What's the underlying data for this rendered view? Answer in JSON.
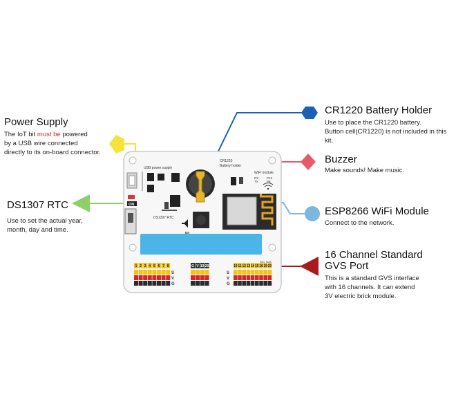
{
  "power": {
    "title": "Power Supply",
    "line1_pre": "The IoT bit ",
    "line1_red": "must be",
    "line1_post": " powered",
    "line2": "by a USB wire connected",
    "line3": "directly to its on-board connector.",
    "color": "#f5e33a"
  },
  "rtc": {
    "title": "DS1307 RTC",
    "line1": "Use to set the actual year,",
    "line2": "month, day and time.",
    "color": "#8fcf6a"
  },
  "battery": {
    "title": "CR1220 Battery Holder",
    "line1": "Use to place the CR1220 battery.",
    "line2": "Button cell(CR1220) is not included in this kit.",
    "color": "#1c5fb5"
  },
  "buzzer": {
    "title": "Buzzer",
    "line1": "Make sounds! Make music.",
    "color": "#e85a6a"
  },
  "wifi": {
    "title": "ESP8266 WiFi Module",
    "line1": "Connect to the network.",
    "color": "#7ab8e0"
  },
  "gvs": {
    "title_line1": "16 Channel Standard",
    "title_line2": "GVS Port",
    "line1": "This is a standard GVS interface",
    "line2": "with 16 channels. It can extend",
    "line3": "3V electric brick module.",
    "color": "#a61d1d"
  },
  "board": {
    "usb_label": "USB power supply",
    "battery_label_1": "CR1220",
    "battery_label_2": "Battery holder",
    "wifi_label": "WiFi module",
    "rx_label": "RX",
    "tx_label": "TX",
    "p12_label": "P12",
    "p8_label": "P8",
    "on_label": "ON",
    "rtc_label": "DS1307 RTC",
    "buzzer_pin_label": "P0",
    "row_s": "S",
    "row_v": "V",
    "row_g": "G",
    "left_pins": [
      "1",
      "2",
      "3",
      "4",
      "5",
      "6",
      "7",
      "8"
    ],
    "middle_pins": [
      "G",
      "V",
      "19",
      "20"
    ],
    "right_pins": [
      "10",
      "11",
      "12",
      "13",
      "14",
      "15",
      "16",
      "19",
      "20"
    ],
    "scl_sda": "SCL SDA",
    "wifi_icon": "wifi-icon",
    "buzzer_icon": "speaker-icon"
  }
}
